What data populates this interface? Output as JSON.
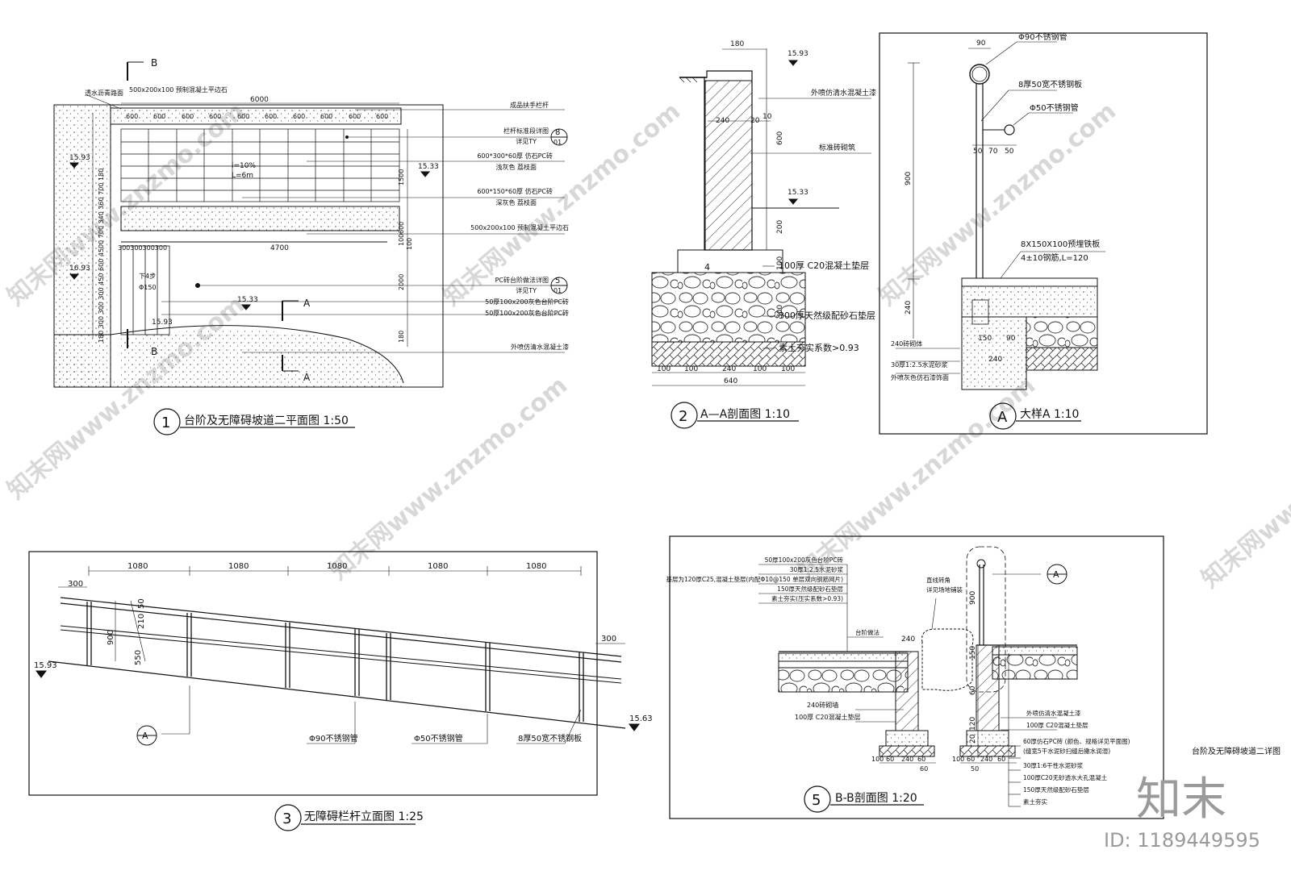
{
  "sheet_title": "台阶及无障碍坡道二详图",
  "watermark": "知末网www.znzmo.com",
  "brand": {
    "logo": "知末",
    "id_text": "ID: 1189449595"
  },
  "plan": {
    "number": "1",
    "title": "台阶及无障碍坡道二平面图 1:50",
    "marker_b": "B",
    "marker_a": "A",
    "top_labels": {
      "left": "透水沥青路面",
      "right": "500x200x100 预制混凝土平边石"
    },
    "dim_total": "6000",
    "top_cells": [
      "600",
      "600",
      "600",
      "600",
      "600",
      "600",
      "600",
      "600",
      "600",
      "600"
    ],
    "slope": "i=10%",
    "length": "L=6m",
    "dim_4700": "4700",
    "dim_300s": "300300300300",
    "step_label": "下4步",
    "step_dia": "Φ150",
    "levels": {
      "l1": "15.93",
      "l2": "16.93",
      "l3": "15.33",
      "l4": "15.93",
      "l5": "15.33"
    },
    "left_dims": "180 300 300 300 450 600 4500 700 340 360 700 180",
    "right_dims": {
      "d1": "1500",
      "d2": "600",
      "d3": "100",
      "d4": "2000",
      "d5": "180",
      "d6": "100"
    },
    "callouts": [
      "成品扶手栏杆",
      "栏杆标准段详图",
      "详见TY",
      "600*300*60厚 仿石PC砖",
      "浅灰色 荔枝面",
      "600*150*60厚 仿石PC砖",
      "深灰色 荔枝面",
      "500x200x100 预制混凝土平边石",
      "PC砖台阶做法详图",
      "详见TY",
      "50厚100x200灰色台阶PC砖",
      "50厚100x200灰色台阶PC砖",
      "外喷仿清水混凝土漆"
    ],
    "ref1": {
      "num": "8",
      "sheet": "01"
    },
    "ref2": {
      "num": "5",
      "sheet": "01"
    }
  },
  "section_aa": {
    "number": "2",
    "title": "A—A剖面图 1:10",
    "dims": {
      "top": "180",
      "d240": "240",
      "d20": "20",
      "d10": "10",
      "d600": "600",
      "d200": "200",
      "d100": "100",
      "d4": "4",
      "d300": "300",
      "total": "640",
      "bottom": [
        "100",
        "100",
        "240",
        "100",
        "100"
      ]
    },
    "levels": {
      "top": "15.93",
      "mid": "15.33"
    },
    "callouts": [
      "外喷仿清水混凝土漆",
      "标准砖砌筑",
      "100厚 C20混凝土垫层",
      "300厚天然级配砂石垫层",
      "素土夯实系数>0.93"
    ]
  },
  "detail_a": {
    "letter": "A",
    "title": "大样A 1:10",
    "dims": {
      "top": "90",
      "h900": "900",
      "h240": "240",
      "s50": "50",
      "s70": "70",
      "s50b": "50",
      "b150": "150",
      "b90": "90",
      "b240": "240"
    },
    "callouts": [
      "Φ90不锈钢管",
      "8厚50宽不锈钢板",
      "Φ50不锈钢管",
      "8X150X100预埋铁板",
      "4±10钢筋,L=120",
      "240砖砌体",
      "30厚1:2.5水泥砂浆",
      "外喷灰色仿石漆饰面"
    ]
  },
  "railing": {
    "number": "3",
    "title": "无障碍栏杆立面图 1:25",
    "spans": [
      "1080",
      "1080",
      "1080",
      "1080",
      "1080"
    ],
    "d300a": "300",
    "d300b": "300",
    "d900": "900",
    "d550": "550",
    "d210": "210",
    "d50": "50",
    "levels": {
      "start": "15.93",
      "end": "15.63"
    },
    "callouts": [
      "Φ90不锈钢管",
      "Φ50不锈钢管",
      "8厚50宽不锈钢板"
    ],
    "ref": "A"
  },
  "section_bb": {
    "number": "5",
    "title": "B-B剖面图 1:20",
    "top_callouts": [
      "50厚100x200灰色台阶PC砖",
      "30厚1:2.5水泥砂浆",
      "基层为120厚C25,混凝土垫层(内配Φ10@150 单层双向钢筋网片)",
      "150厚天然级配砂石垫层",
      "素土夯实(压实系数>0.93)"
    ],
    "mid_labels": [
      "台阶做法",
      "直线转角",
      "详见场地铺装"
    ],
    "bottom_callouts": [
      "240砖砌墙",
      "100厚 C20混凝土垫层"
    ],
    "right_callouts": [
      "外喷仿清水混凝土漆",
      "100厚 C20混凝土垫层",
      "60厚仿石PC砖 (颜色、规格详见平面图)",
      "(缝宽5干水泥砂扫缝后撒水润湿)",
      "30厚1:6干性水泥砂浆",
      "100厚C20无砂透水大孔混凝土",
      "150厚天然级配砂石垫层",
      "素土夯实"
    ],
    "dims": {
      "d240": "240",
      "d900": "900",
      "d150": "150",
      "d60": "60",
      "d120": "120",
      "d20": "20",
      "b1": "100",
      "b2": "60",
      "b3": "240",
      "b4": "60",
      "b5": "100",
      "b6": "60",
      "b7": "240",
      "b8": "60",
      "b9": "60",
      "b10": "50"
    },
    "ref": "A"
  }
}
